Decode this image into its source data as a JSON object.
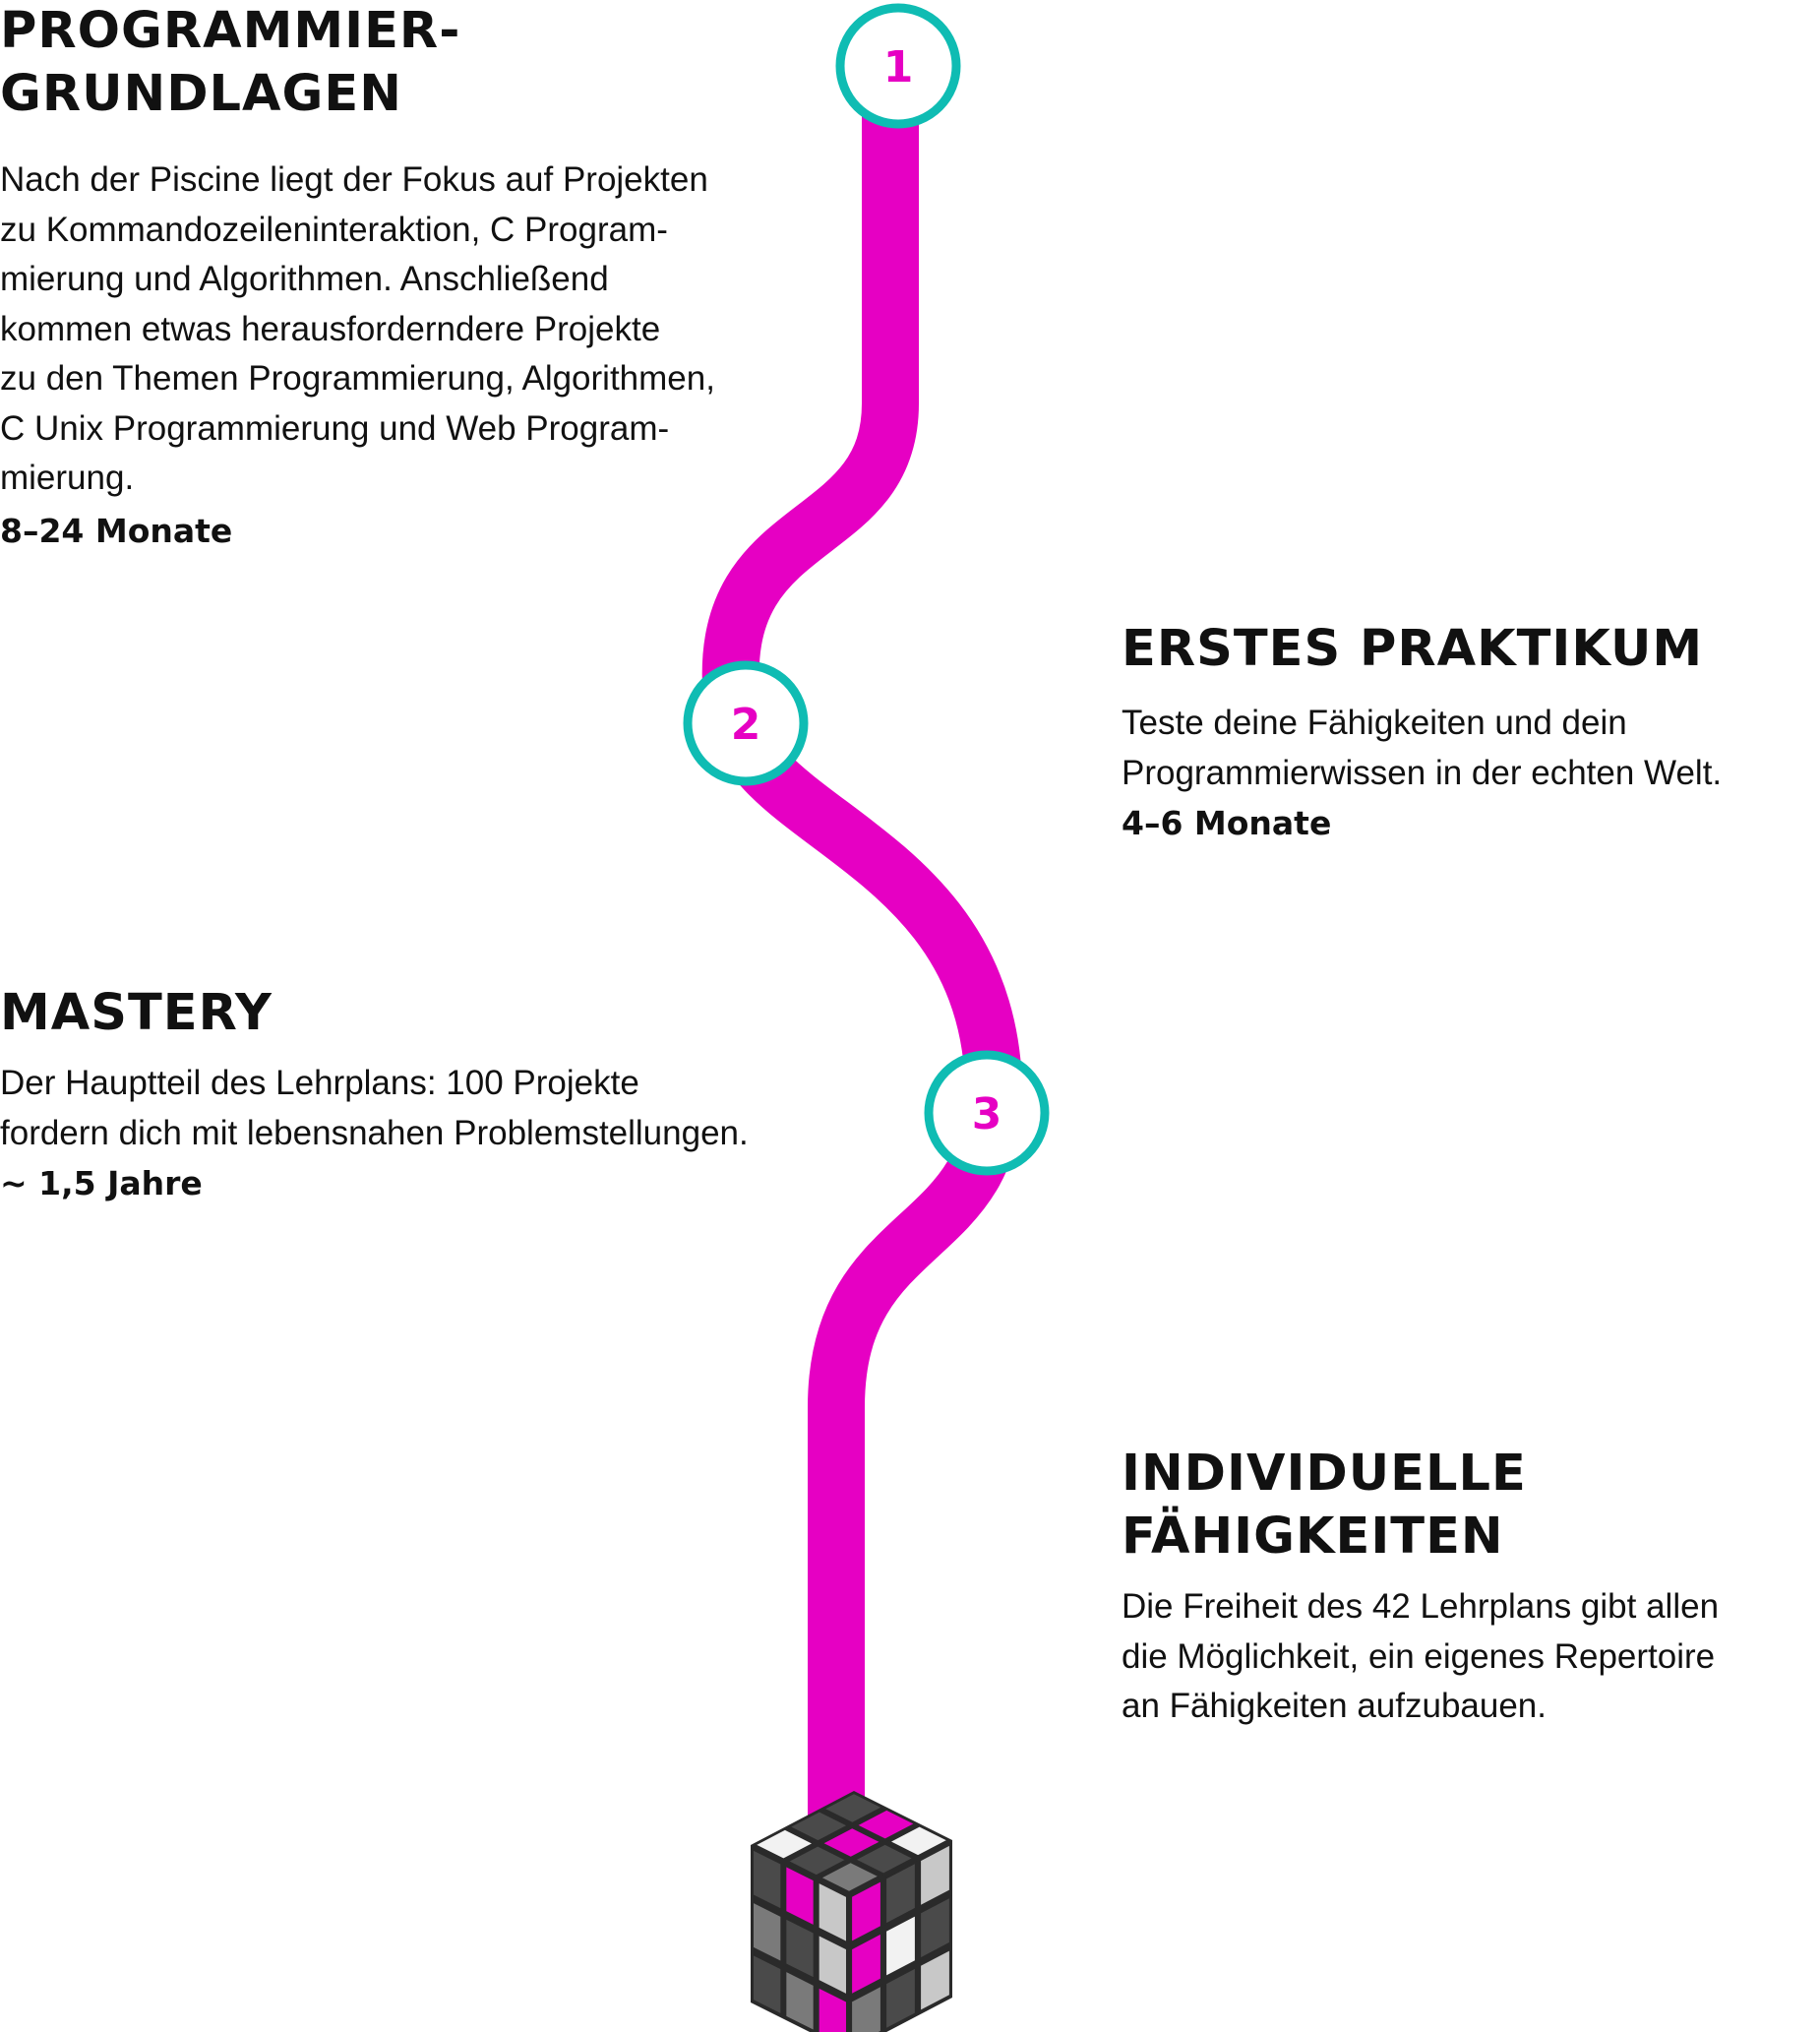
{
  "colors": {
    "path": "#e600c3",
    "node_ring": "#0fbcb3",
    "node_number": "#e600c3",
    "text": "#111111",
    "cube_magenta": "#e600c3",
    "cube_dark": "#4a4a4a",
    "cube_mid": "#7a7a7a",
    "cube_light": "#c8c8c8",
    "cube_white": "#f2f2f2"
  },
  "nodes": [
    {
      "label": "1"
    },
    {
      "label": "2"
    },
    {
      "label": "3"
    }
  ],
  "sections": [
    {
      "title": "PROGRAMMIER-\nGRUNDLAGEN",
      "body": "Nach der Piscine liegt der Fokus auf Projekten\nzu Kommandozeileninteraktion, C Program-\nmierung und Algorithmen. Anschließend\nkommen etwas herausforderndere Projekte\nzu den Themen Programmierung, Algorithmen,\nC Unix Programmierung und Web Program-\nmierung.",
      "duration": "8–24 Monate"
    },
    {
      "title": "ERSTES PRAKTIKUM",
      "body": "Teste deine Fähigkeiten und dein\nProgrammierwissen in der echten Welt.",
      "duration": "4–6 Monate"
    },
    {
      "title": "MASTERY",
      "body": "Der Hauptteil des Lehrplans: 100 Projekte\nfordern dich mit lebensnahen Problemstellungen.",
      "duration": "~ 1,5 Jahre"
    },
    {
      "title": "INDIVIDUELLE\nFÄHIGKEITEN",
      "body": "Die Freiheit des 42 Lehrplans gibt allen\ndie Möglichkeit, ein eigenes Repertoire\nan Fähigkeiten aufzubauen."
    }
  ],
  "cube": {
    "name": "rubiks-cube",
    "left_face": [
      "cube_dark",
      "cube_magenta",
      "cube_light",
      "cube_mid",
      "cube_dark",
      "cube_light",
      "cube_dark",
      "cube_mid",
      "cube_magenta"
    ],
    "right_face": [
      "cube_magenta",
      "cube_dark",
      "cube_light",
      "cube_magenta",
      "cube_white",
      "cube_dark",
      "cube_mid",
      "cube_dark",
      "cube_light"
    ],
    "top_face": [
      "cube_dark",
      "cube_magenta",
      "cube_white",
      "cube_dark",
      "cube_magenta",
      "cube_dark",
      "cube_white",
      "cube_dark",
      "cube_mid"
    ]
  }
}
